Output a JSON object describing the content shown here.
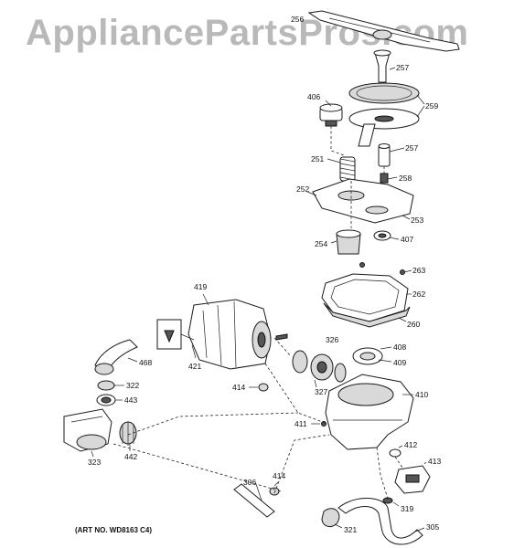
{
  "watermark": "AppliancePartsPros.com",
  "art_no": "(ART NO. WD8163 C4)",
  "labels": {
    "l256": "256",
    "l257a": "257",
    "l259": "259",
    "l406": "406",
    "l257b": "257",
    "l251": "251",
    "l258": "258",
    "l252": "252",
    "l253": "253",
    "l254": "254",
    "l407": "407",
    "l263": "263",
    "l262": "262",
    "l260": "260",
    "l419": "419",
    "l326": "326",
    "l408": "408",
    "l409": "409",
    "l468": "468",
    "l421": "421",
    "l322": "322",
    "l443": "443",
    "l414a": "414",
    "l327": "327",
    "l410": "410",
    "l411": "411",
    "l412": "412",
    "l413": "413",
    "l323": "323",
    "l442": "442",
    "l306": "306",
    "l414b": "414",
    "l319": "319",
    "l321": "321",
    "l305": "305"
  }
}
